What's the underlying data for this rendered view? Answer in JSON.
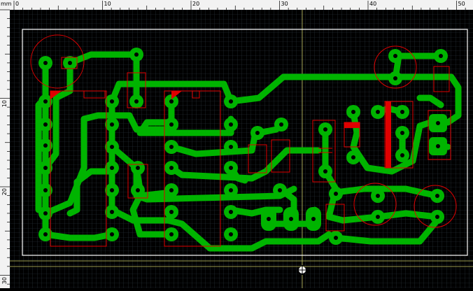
{
  "ruler": {
    "unit": "mm",
    "top_labels": [
      {
        "value": 0,
        "text": "0"
      },
      {
        "value": 10,
        "text": "10"
      },
      {
        "value": 20,
        "text": "20"
      },
      {
        "value": 30,
        "text": "30"
      },
      {
        "value": 40,
        "text": "40"
      },
      {
        "value": 50,
        "text": "50"
      }
    ],
    "left_labels": [
      {
        "value": 10,
        "text": "10"
      },
      {
        "value": 20,
        "text": "20"
      },
      {
        "value": 30,
        "text": "30"
      }
    ]
  },
  "colors": {
    "background": "#000000",
    "grid": "#2e3a44",
    "copper": "#00b400",
    "silkscreen": "#e00000",
    "outline": "#ffffff",
    "ruler": "#f2f2f2",
    "guide": "#c8c864"
  },
  "cursor": {
    "icon": "crosshair-icon"
  }
}
